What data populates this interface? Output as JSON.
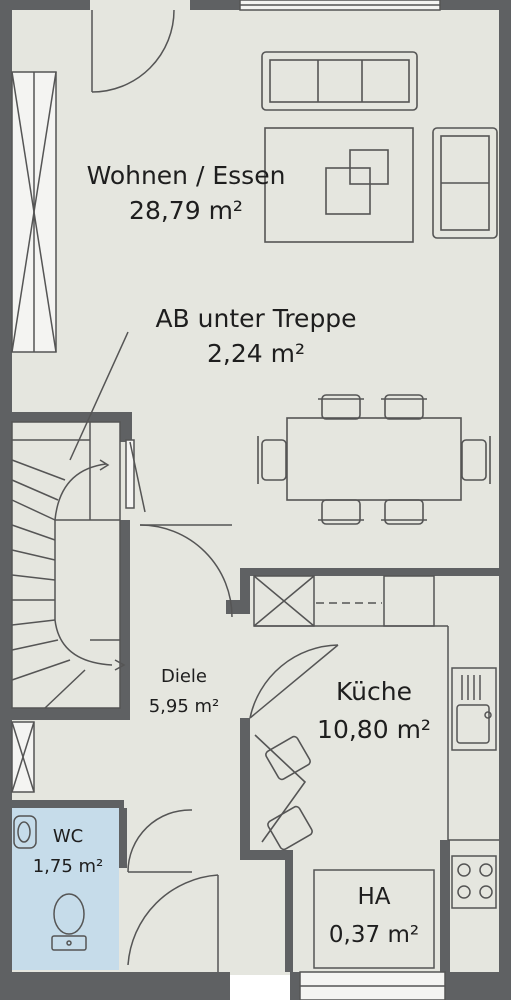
{
  "floor_plan": {
    "colors": {
      "floor": "#e5e6df",
      "wall": "#5f6163",
      "wc_floor": "#c6dcea",
      "line": "#555555"
    },
    "rooms": {
      "wohnen": {
        "name": "Wohnen / Essen",
        "area": "28,79 m²"
      },
      "ab": {
        "name": "AB unter Treppe",
        "area": "2,24 m²"
      },
      "diele": {
        "name": "Diele",
        "area": "5,95 m²"
      },
      "kueche": {
        "name": "Küche",
        "area": "10,80 m²"
      },
      "wc": {
        "name": "WC",
        "area": "1,75 m²"
      },
      "ha": {
        "name": "HA",
        "area": "0,37 m²"
      }
    },
    "icons": [
      "sofa-icon",
      "armchair-icon",
      "coffee-table-icon",
      "rug-icon",
      "dining-table-icon",
      "dining-chair-icon",
      "stairs-icon",
      "door-swing-icon",
      "sink-icon",
      "stove-icon",
      "toilet-icon",
      "washbasin-icon",
      "window-icon"
    ]
  }
}
